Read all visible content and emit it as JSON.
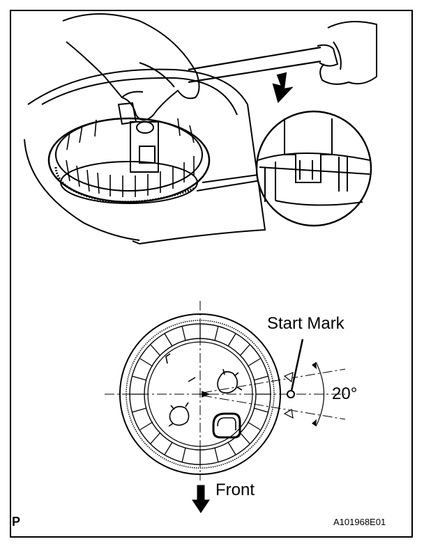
{
  "labels": {
    "start_mark": "Start Mark",
    "angle": "20°",
    "front": "Front",
    "corner": "P",
    "figure_id": "A101968E01"
  },
  "colors": {
    "line": "#000000",
    "background": "#ffffff"
  }
}
